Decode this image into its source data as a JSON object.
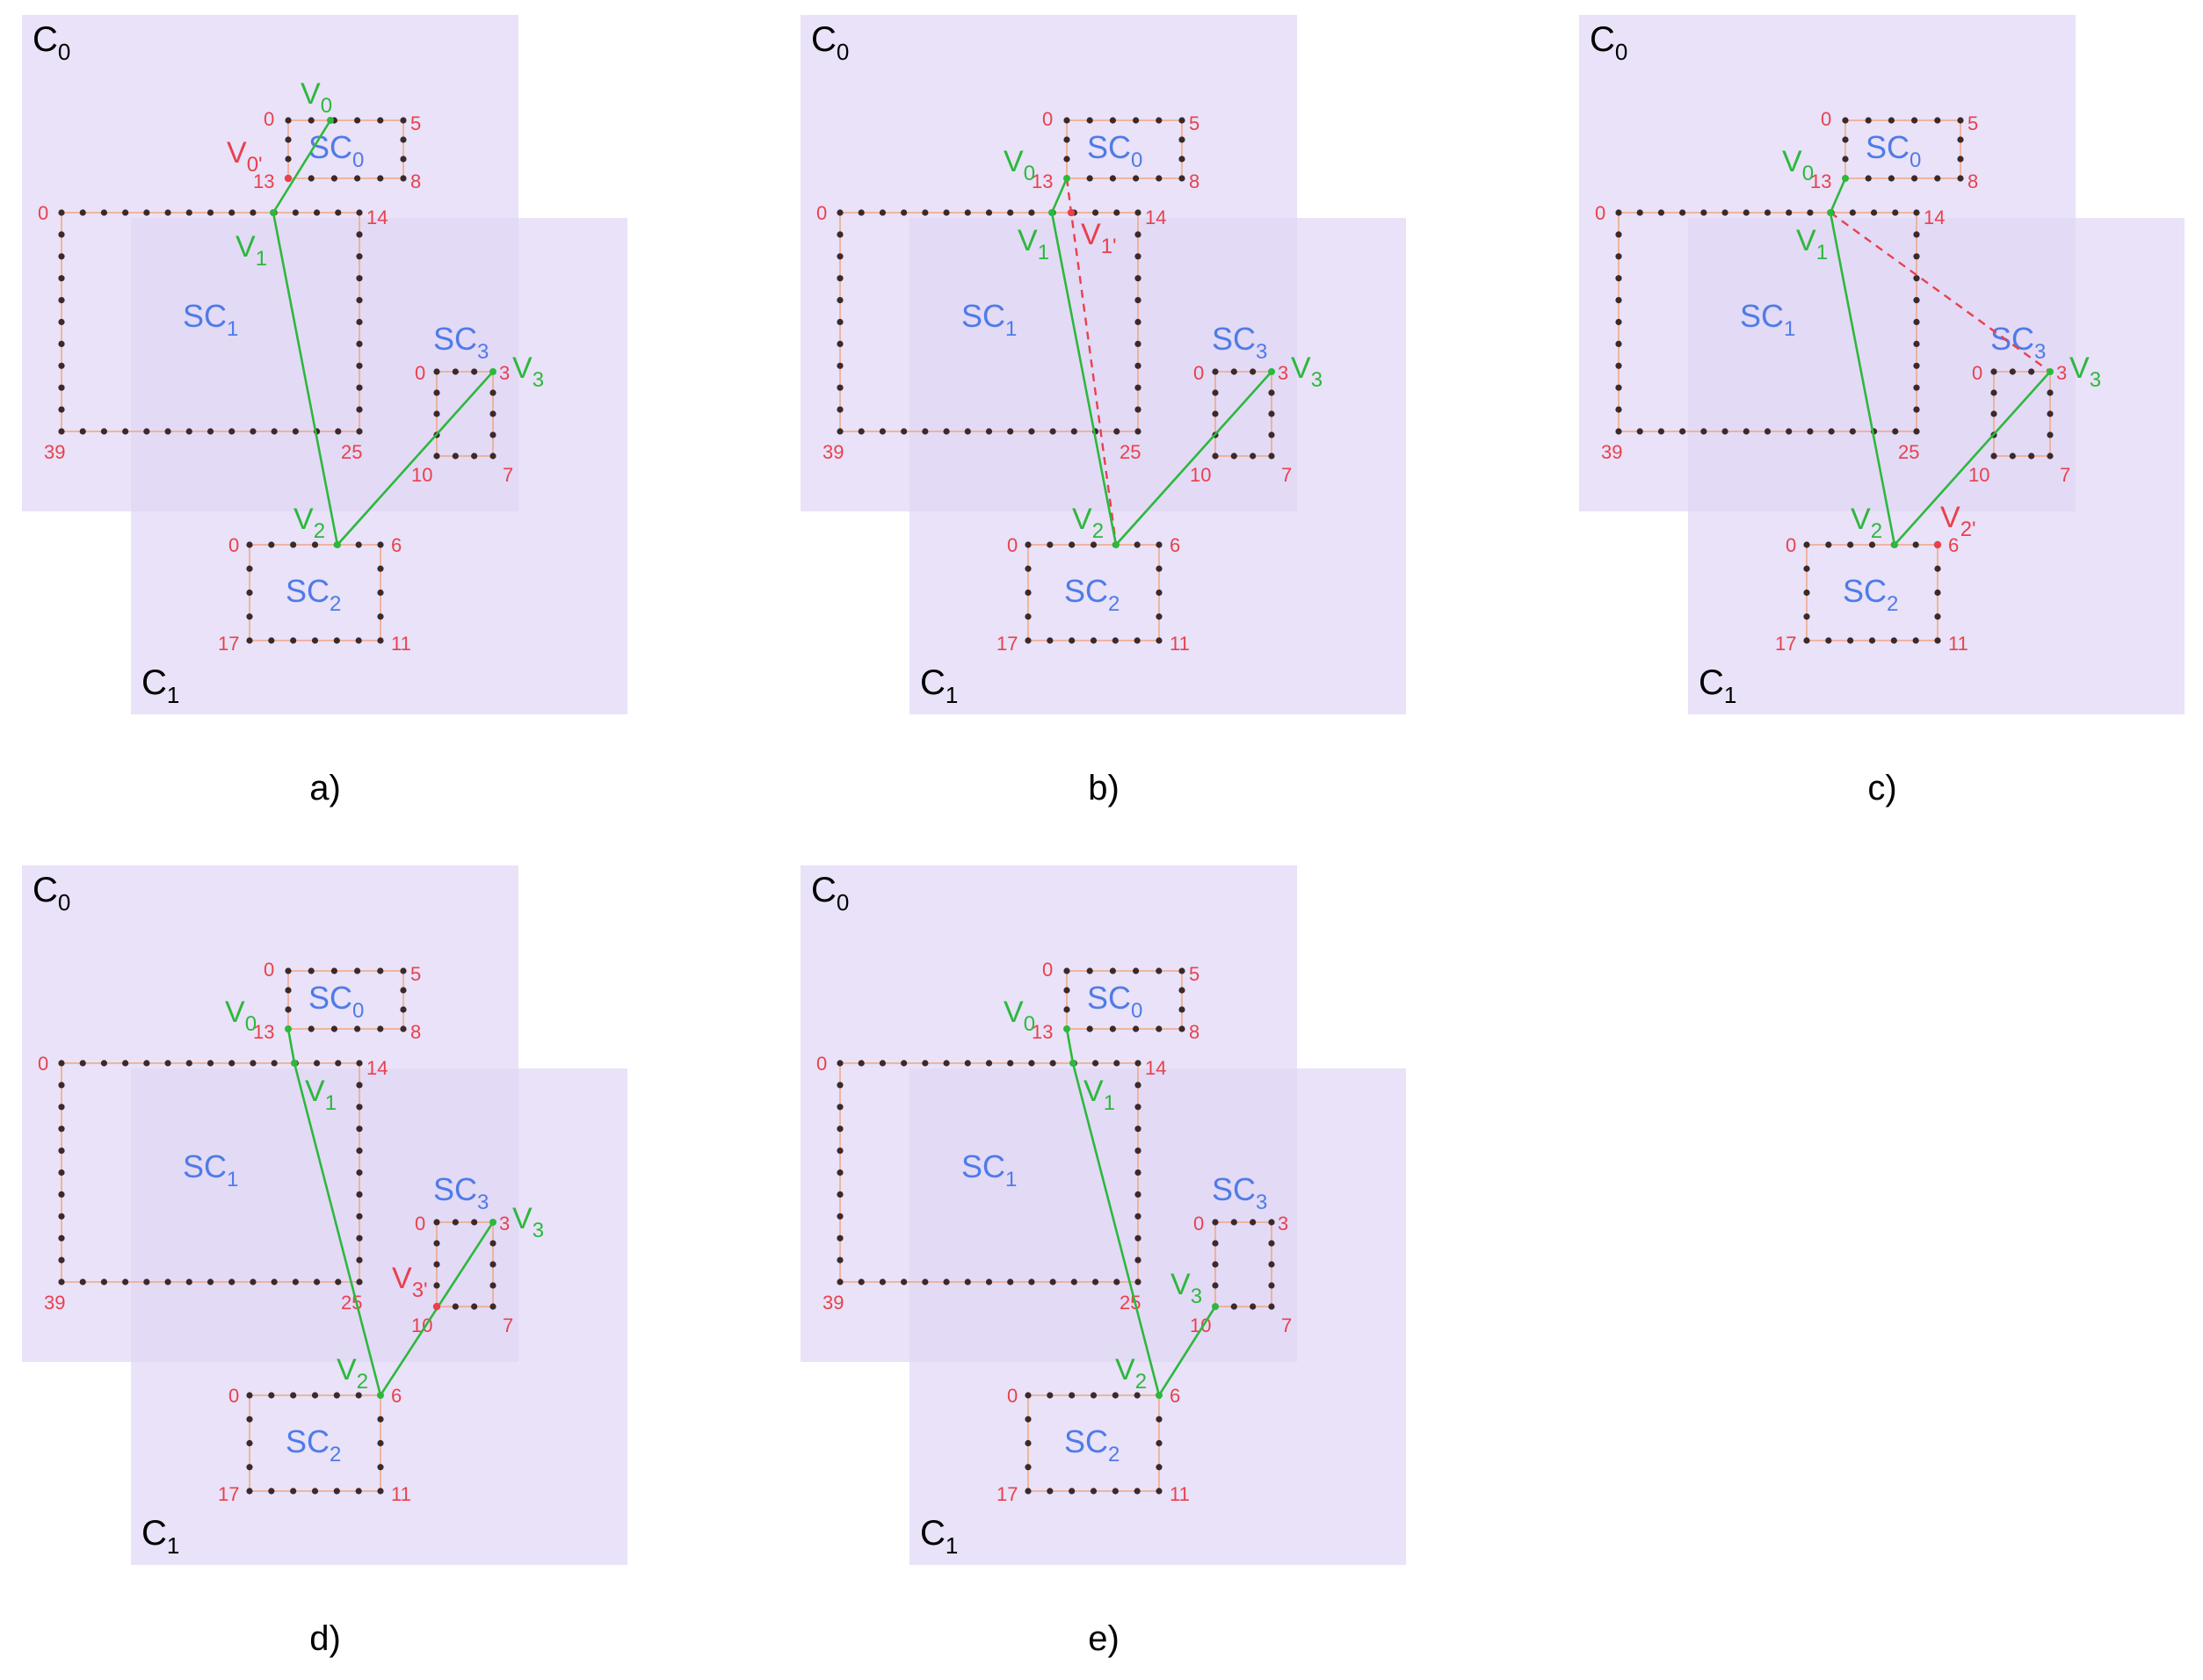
{
  "colors": {
    "region": "#e1d7f5",
    "contour": "#f2a078",
    "node": "#3b2a2a",
    "index_label": "#e8414c",
    "subcontour_label": "#4f7be8",
    "path_green": "#2db83d",
    "candidate_red": "#e8414c"
  },
  "labels": {
    "c0": "C",
    "c0_sub": "0",
    "c1": "C",
    "c1_sub": "1",
    "sc0": "SC",
    "sc0_sub": "0",
    "sc1": "SC",
    "sc1_sub": "1",
    "sc2": "SC",
    "sc2_sub": "2",
    "sc3": "SC",
    "sc3_sub": "3",
    "v": "V"
  },
  "index_labels": {
    "sc0": [
      "0",
      "5",
      "8",
      "13"
    ],
    "sc1": [
      "0",
      "14",
      "25",
      "39"
    ],
    "sc2": [
      "0",
      "6",
      "11",
      "17"
    ],
    "sc3": [
      "0",
      "3",
      "7",
      "10"
    ]
  },
  "panels": [
    {
      "caption": "a)",
      "green": [
        {
          "sub": "0"
        },
        {
          "sub": "1"
        },
        {
          "sub": "2"
        },
        {
          "sub": "3"
        }
      ],
      "red": [
        {
          "sub": "0'"
        }
      ]
    },
    {
      "caption": "b)",
      "green": [
        {
          "sub": "0"
        },
        {
          "sub": "1"
        },
        {
          "sub": "2"
        },
        {
          "sub": "3"
        }
      ],
      "red": [
        {
          "sub": "1'"
        }
      ]
    },
    {
      "caption": "c)",
      "green": [
        {
          "sub": "0"
        },
        {
          "sub": "1"
        },
        {
          "sub": "2"
        },
        {
          "sub": "3"
        }
      ],
      "red": [
        {
          "sub": "2'"
        }
      ]
    },
    {
      "caption": "d)",
      "green": [
        {
          "sub": "0"
        },
        {
          "sub": "1"
        },
        {
          "sub": "2"
        },
        {
          "sub": "3"
        }
      ],
      "red": [
        {
          "sub": "3'"
        }
      ]
    },
    {
      "caption": "e)",
      "green": [
        {
          "sub": "0"
        },
        {
          "sub": "1"
        },
        {
          "sub": "2"
        },
        {
          "sub": "3"
        }
      ],
      "red": []
    }
  ]
}
